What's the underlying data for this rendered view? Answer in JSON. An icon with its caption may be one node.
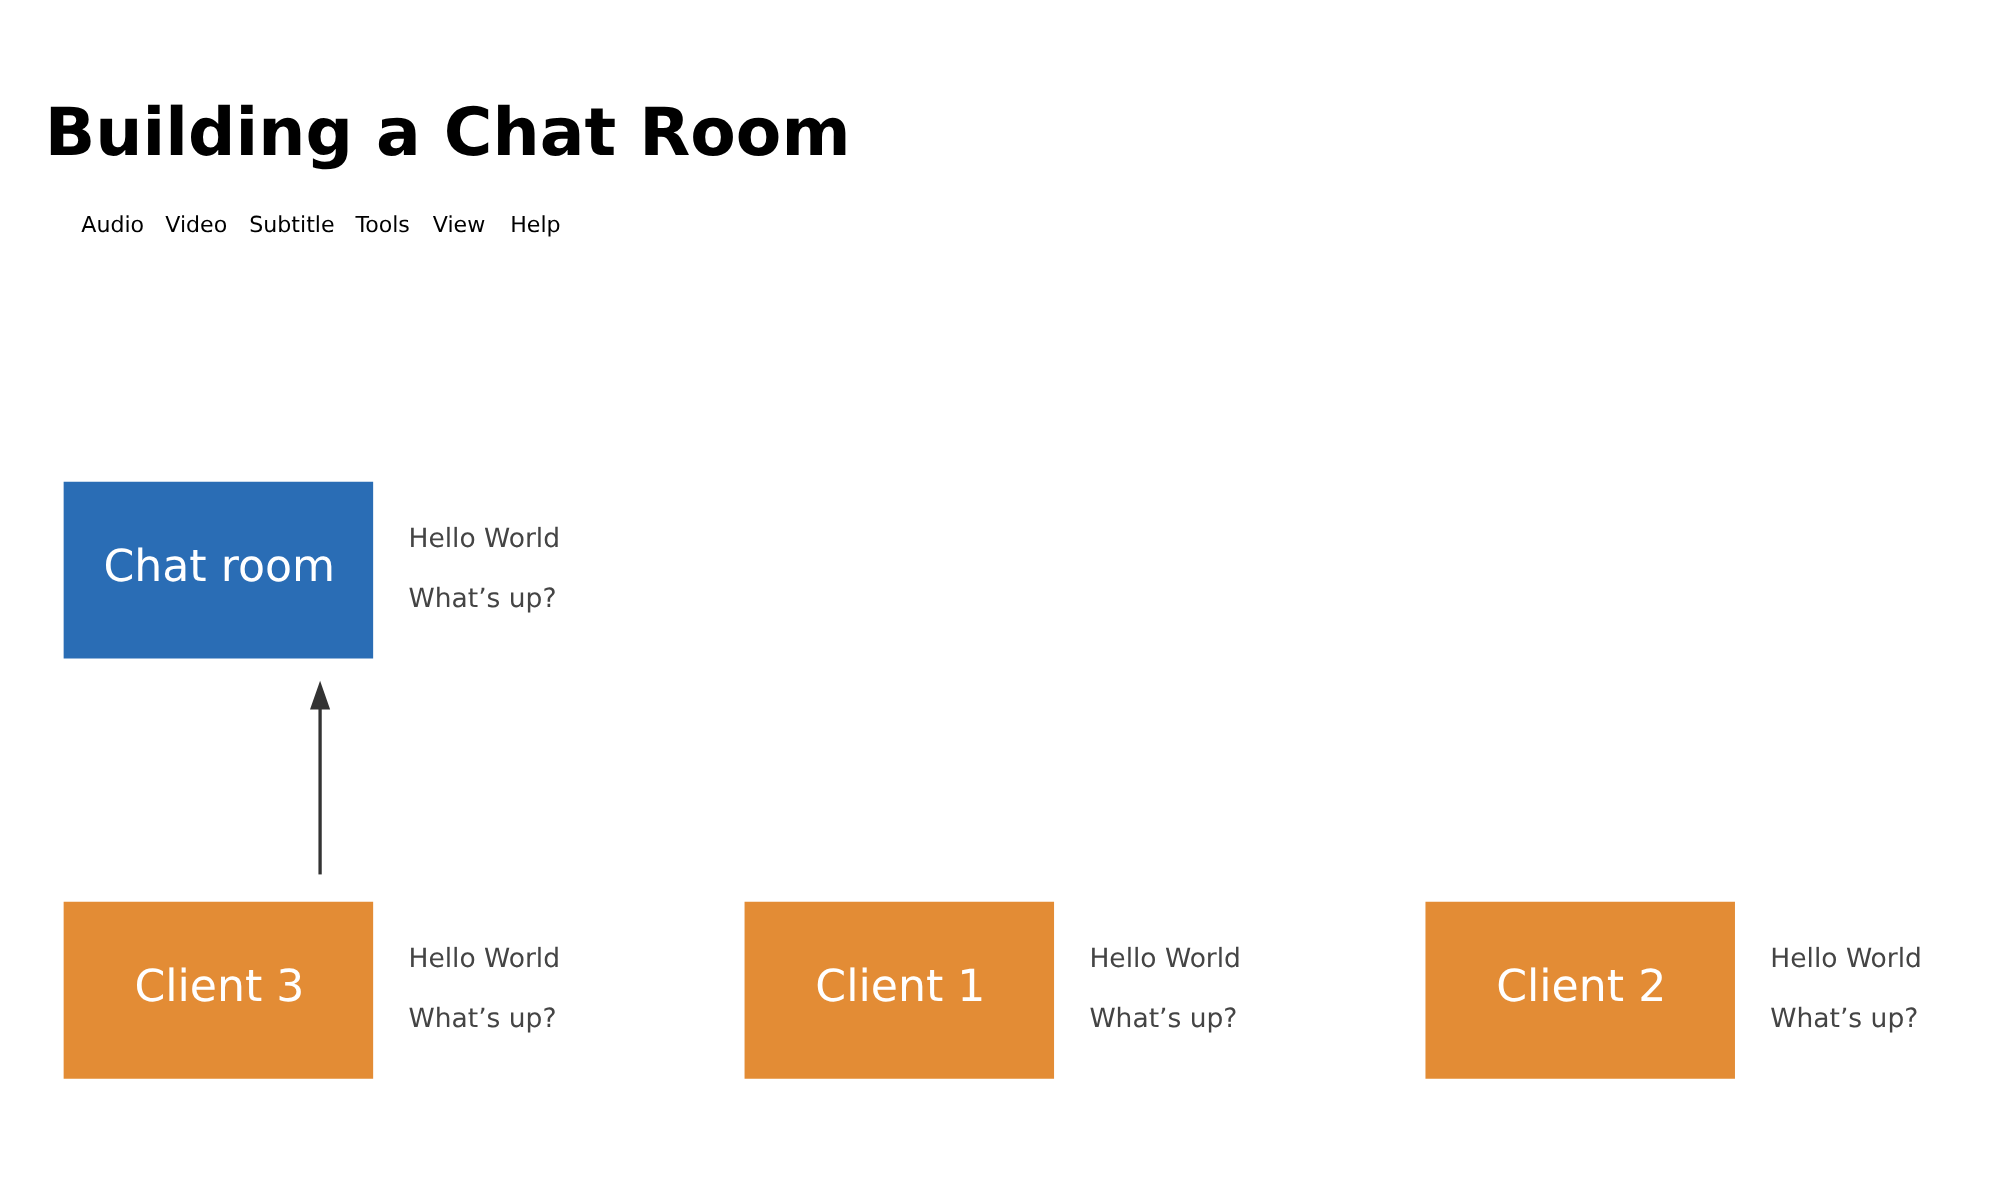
{
  "diagram": {
    "title": "Building a Chat Room",
    "nodes": [
      {
        "text": [
          "Chat room"
        ],
        "beside": [
          "Hello World",
          "What’s up?"
        ]
      },
      {
        "text": [
          "Client 1"
        ],
        "beside": [
          "Hello World",
          "What’s up?"
        ]
      },
      {
        "text": [
          "Client 2"
        ],
        "beside": [
          "Hello World",
          "What’s up?"
        ]
      },
      {
        "text": [
          "Client 3"
        ],
        "beside": [
          "Hello World",
          "What’s up?"
        ]
      }
    ],
    "edges": [
      {
        "from": 3,
        "to": 0,
        "arrow": "to"
      }
    ],
    "labels": [
      "Audio",
      "Video",
      "Subtitle",
      "Tools",
      "View",
      "Help"
    ]
  }
}
